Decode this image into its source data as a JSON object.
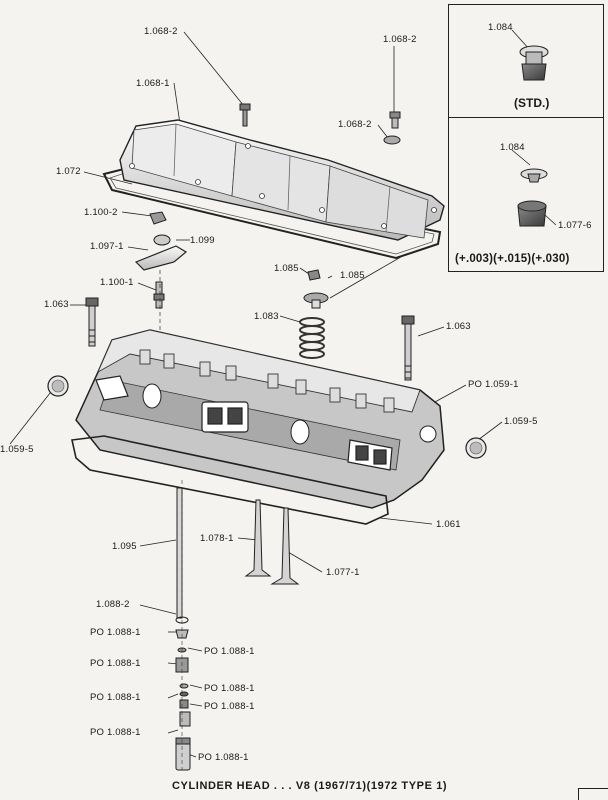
{
  "diagram": {
    "caption": "CYLINDER HEAD . . . V8 (1967/71)(1972 TYPE 1)",
    "inset": {
      "std_label": "(STD.)",
      "oversize_label": "(+.003)(+.015)(+.030)"
    },
    "part_labels": {
      "p_1084_a": "1.084",
      "p_1084_b": "1.084",
      "p_1077_6": "1.077-6",
      "p_1068_2_a": "1.068-2",
      "p_1068_2_b": "1.068-2",
      "p_1068_2_c": "1.068-2",
      "p_1068_1": "1.068-1",
      "p_1072": "1.072",
      "p_1100_2": "1.100-2",
      "p_1099": "1.099",
      "p_1097_1": "1.097-1",
      "p_1100_1": "1.100-1",
      "p_1085_a": "1.085",
      "p_1085_b": "1.085",
      "p_1063_a": "1.063",
      "p_1063_b": "1.063",
      "p_1083": "1.083",
      "p_1059_1": "PO 1.059-1",
      "p_1059_5_a": "1.059-5",
      "p_1059_5_b": "1.059-5",
      "p_1061": "1.061",
      "p_1095": "1.095",
      "p_1078_1": "1.078-1",
      "p_1077_1": "1.077-1",
      "p_1088_2": "1.088-2",
      "p_1088_1_a": "PO 1.088-1",
      "p_1088_1_b": "PO 1.088-1",
      "p_1088_1_c": "PO 1.088-1",
      "p_1088_1_d": "PO 1.088-1",
      "p_1088_1_e": "PO 1.088-1",
      "p_1088_1_f": "PO 1.088-1",
      "p_1088_1_g": "PO 1.088-1",
      "p_1088_1_h": "PO 1.088-1"
    }
  }
}
